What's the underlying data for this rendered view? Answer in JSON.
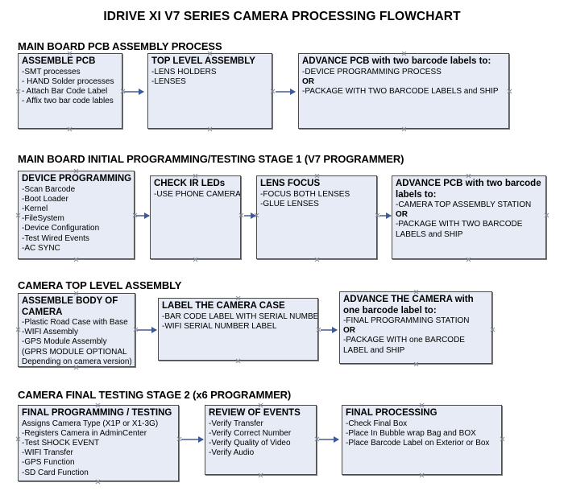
{
  "document": {
    "title": "IDRIVE XI V7 SERIES CAMERA PROCESSING FLOWCHART"
  },
  "sections": [
    {
      "heading": "MAIN BOARD PCB ASSEMBLY PROCESS",
      "boxes": [
        {
          "title": "ASSEMBLE PCB",
          "lines": [
            "-SMT processes",
            "- HAND Solder processes",
            "- Attach Bar Code Label",
            "- Affix two bar code lables"
          ]
        },
        {
          "title": "TOP LEVEL ASSEMBLY",
          "lines": [
            "-LENS HOLDERS",
            "-LENSES"
          ]
        },
        {
          "title": "ADVANCE PCB with two barcode labels to:",
          "lines": [
            "-DEVICE PROGRAMMING PROCESS",
            "OR",
            "-PACKAGE WITH TWO BARCODE LABELS and SHIP"
          ]
        }
      ]
    },
    {
      "heading": "MAIN BOARD INITIAL PROGRAMMING/TESTING STAGE 1 (V7 PROGRAMMER)",
      "boxes": [
        {
          "title": "DEVICE PROGRAMMING",
          "lines": [
            "-Scan Barcode",
            "-Boot Loader",
            "-Kernel",
            "-FileSystem",
            "-Device Configuration",
            "-Test Wired Events",
            "-AC SYNC"
          ]
        },
        {
          "title": "CHECK IR LEDs",
          "lines": [
            "-USE PHONE CAMERA"
          ]
        },
        {
          "title": "LENS FOCUS",
          "lines": [
            "-FOCUS BOTH LENSES",
            "-GLUE LENSES"
          ]
        },
        {
          "title": "ADVANCE PCB with two barcode labels to:",
          "lines": [
            "-CAMERA TOP ASSEMBLY STATION",
            "OR",
            "-PACKAGE WITH TWO BARCODE LABELS and SHIP"
          ]
        }
      ]
    },
    {
      "heading": "CAMERA TOP LEVEL ASSEMBLY",
      "boxes": [
        {
          "title": "ASSEMBLE BODY OF CAMERA",
          "lines": [
            "-Plastic Road Case with Base",
            "-WIFI Assembly",
            "-GPS Module Assembly",
            "(GPRS MODULE OPTIONAL",
            "Depending on camera version)"
          ]
        },
        {
          "title": "LABEL THE CAMERA CASE",
          "lines": [
            "-BAR CODE LABEL WITH SERIAL NUMBER",
            "-WIFI SERIAL NUMBER LABEL"
          ]
        },
        {
          "title": "ADVANCE THE CAMERA with one barcode label to:",
          "lines": [
            "-FINAL PROGRAMMING STATION",
            "OR",
            "-PACKAGE WITH one BARCODE LABEL and SHIP"
          ]
        }
      ]
    },
    {
      "heading": "CAMERA FINAL TESTING STAGE 2 (x6 PROGRAMMER)",
      "boxes": [
        {
          "title": "FINAL PROGRAMMING / TESTING",
          "lines": [
            "Assigns Camera Type (X1P or X1-3G)",
            "-Registers Camera in AdminCenter",
            "-Test SHOCK EVENT",
            "-WIFI Transfer",
            "-GPS Function",
            "-SD Card Function"
          ]
        },
        {
          "title": "REVIEW OF EVENTS",
          "lines": [
            "-Verify Transfer",
            "-Verify Correct Number",
            "-Verify Quality of Video",
            "-Verify Audio"
          ]
        },
        {
          "title": "FINAL PROCESSING",
          "lines": [
            " -Check Final Box",
            "-Place In Bubble wrap Bag and BOX",
            "-Place Barcode Label on Exterior or Box"
          ]
        }
      ]
    }
  ],
  "colors": {
    "box_fill": "#e6ebf5",
    "box_border": "#4a4a4a",
    "connector": "#7285ae",
    "arrowhead": "#3c5a9a",
    "handle": "#8a8f9c",
    "text": "#000000"
  }
}
